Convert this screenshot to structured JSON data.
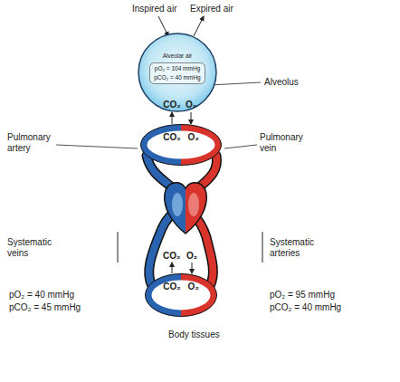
{
  "diagram": {
    "nodes": [
      {
        "text": [
          "Alveolar air"
        ]
      },
      {
        "text": [
          "pO₂ = 104 mmHg",
          "pCO₂ = 40 mmHg"
        ],
        "in": 0
      },
      {
        "text": [
          "CO₂",
          "O₂"
        ]
      },
      {
        "text": [
          "CO₂",
          "O₂"
        ]
      }
    ],
    "edges": [
      {
        "from": 2,
        "to": 0,
        "arrow": "to",
        "label": "CO₂"
      },
      {
        "from": 0,
        "to": 2,
        "arrow": "to",
        "label": "O₂"
      }
    ],
    "labels": [
      "Inspired air",
      "Expired air",
      "Alveolus",
      "Pulmonary artery",
      "Pulmonary vein",
      "Systematic veins",
      "Systematic arteries",
      "CO₂",
      "O₂",
      "pO₂ = 40 mmHg",
      "pCO₂ = 45 mmHg",
      "pO₂ = 95 mmHg",
      "pCO₂ = 40 mmHg",
      "Body tissues"
    ]
  }
}
